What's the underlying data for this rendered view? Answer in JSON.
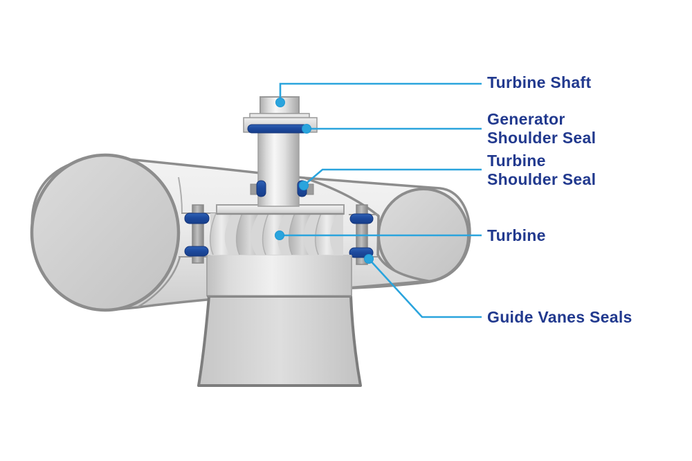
{
  "diagram": {
    "subject": "hydro turbine cross-section with seal callouts",
    "labels": [
      {
        "id": "turbine-shaft",
        "line1": "Turbine Shaft",
        "line2": ""
      },
      {
        "id": "generator-shoulder-seal",
        "line1": "Generator",
        "line2": "Shoulder Seal"
      },
      {
        "id": "turbine-shoulder-seal",
        "line1": "Turbine",
        "line2": "Shoulder Seal"
      },
      {
        "id": "turbine",
        "line1": "Turbine",
        "line2": ""
      },
      {
        "id": "guide-vanes-seals",
        "line1": "Guide Vanes Seals",
        "line2": ""
      }
    ],
    "colors": {
      "label_text": "#21398e",
      "leader_line": "#2aa4dd",
      "seal_blue": "#1d4a9e",
      "metal_light": "#ececec",
      "metal_mid": "#d6d6d6",
      "outline_gray": "#8d8d8d",
      "background": "#ffffff"
    }
  }
}
